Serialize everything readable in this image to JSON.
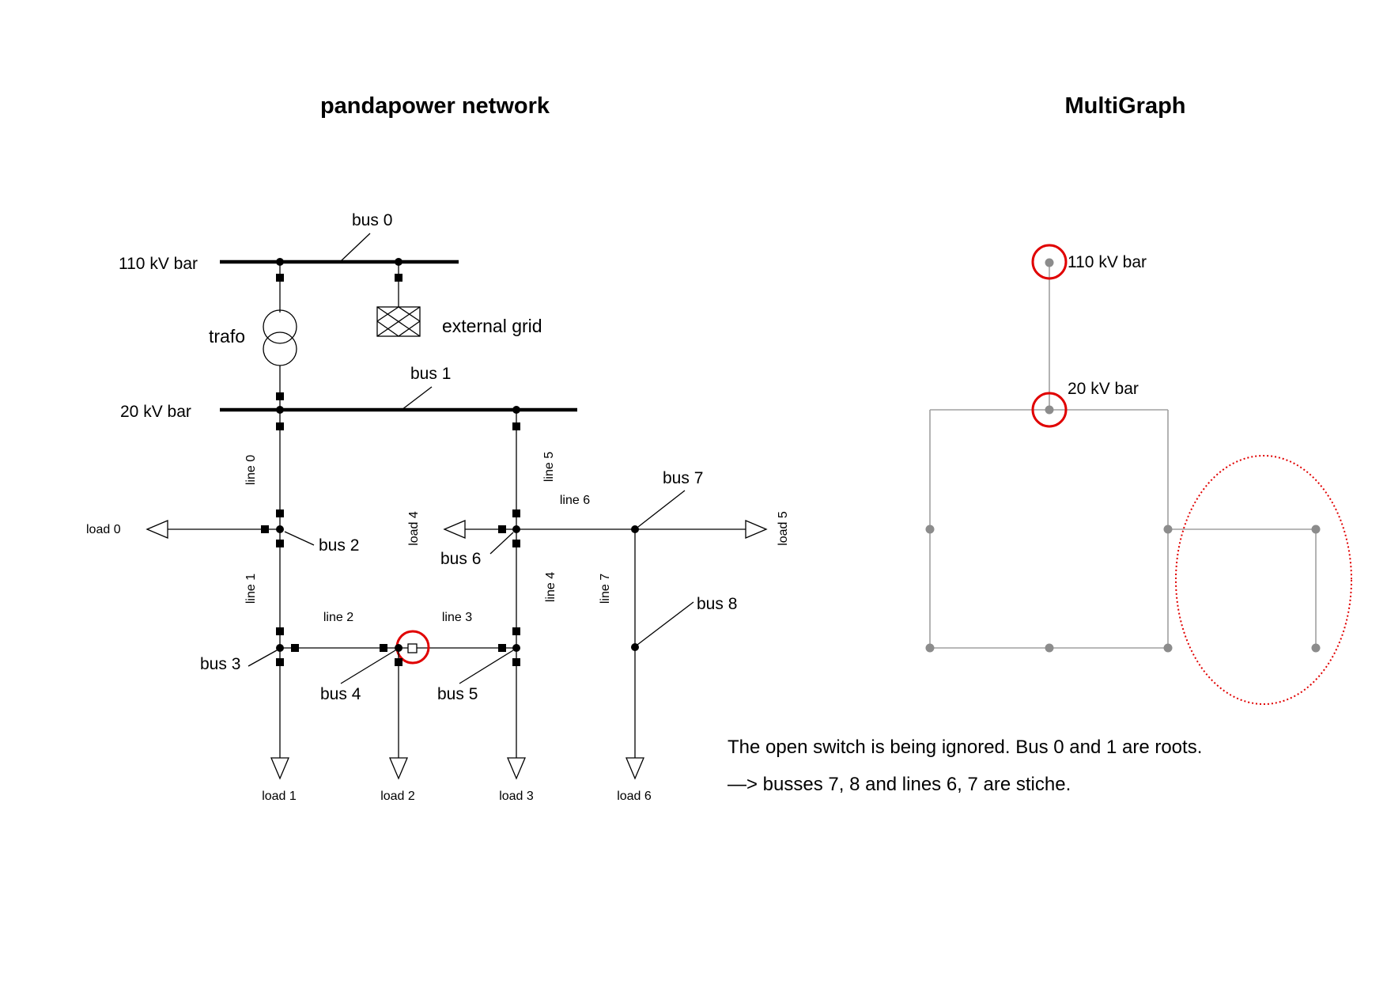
{
  "left": {
    "title": "pandapower network",
    "bar_110": "110 kV bar",
    "bar_20": "20 kV bar",
    "trafo": "trafo",
    "external_grid": "external grid",
    "buses": {
      "b0": "bus 0",
      "b1": "bus 1",
      "b2": "bus 2",
      "b3": "bus 3",
      "b4": "bus 4",
      "b5": "bus 5",
      "b6": "bus 6",
      "b7": "bus 7",
      "b8": "bus 8"
    },
    "lines": {
      "l0": "line 0",
      "l1": "line 1",
      "l2": "line 2",
      "l3": "line 3",
      "l4": "line 4",
      "l5": "line 5",
      "l6": "line 6",
      "l7": "line 7"
    },
    "loads": {
      "ld0": "load 0",
      "ld1": "load 1",
      "ld2": "load 2",
      "ld3": "load 3",
      "ld4": "load 4",
      "ld5": "load 5",
      "ld6": "load 6"
    }
  },
  "right": {
    "title": "MultiGraph",
    "node_110": "110 kV bar",
    "node_20": "20 kV bar"
  },
  "notes": {
    "line1": "The open switch is being ignored. Bus 0 and 1 are roots.",
    "line2": "—> busses 7, 8 and lines 6, 7 are stiche."
  },
  "colors": {
    "highlight": "#e00000",
    "graph_edge": "#a0a0a0",
    "graph_node": "#8c8c8c"
  }
}
